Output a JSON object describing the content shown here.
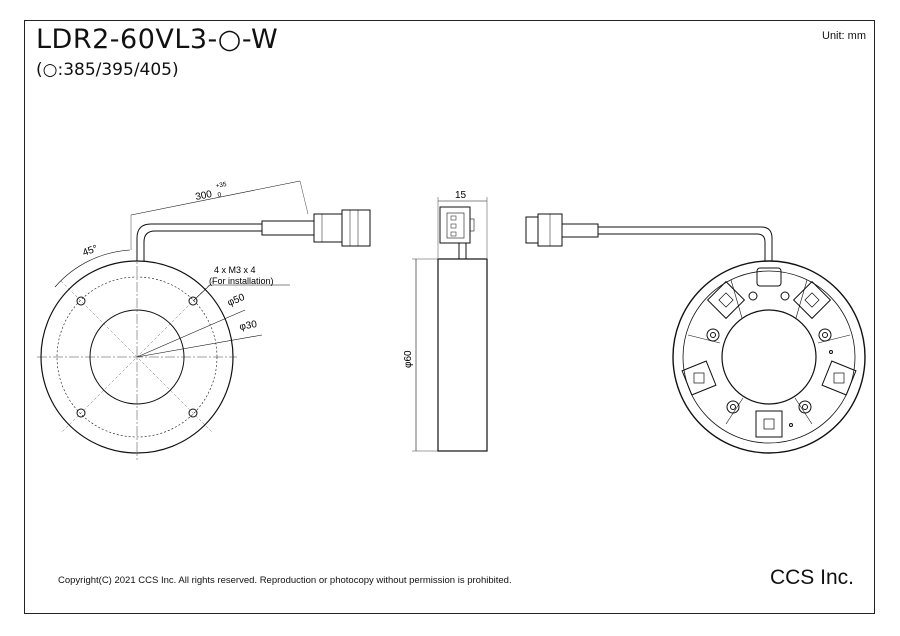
{
  "header": {
    "title": "LDR2-60VL3-○-W",
    "subtitle": "(○:385/395/405)",
    "unit": "Unit: mm"
  },
  "dimensions": {
    "cable_length": "300",
    "cable_tol_upper": "+35",
    "cable_tol_lower": "0",
    "angle": "45°",
    "holes_line1": "4 x M3 x 4",
    "holes_line2": "(For installation)",
    "dia_50": "φ50",
    "dia_30": "φ30",
    "width_15": "15",
    "dia_60": "φ60"
  },
  "footer": {
    "copyright": "Copyright(C) 2021 CCS Inc. All rights reserved. Reproduction or photocopy without permission is prohibited.",
    "company": "CCS Inc."
  }
}
